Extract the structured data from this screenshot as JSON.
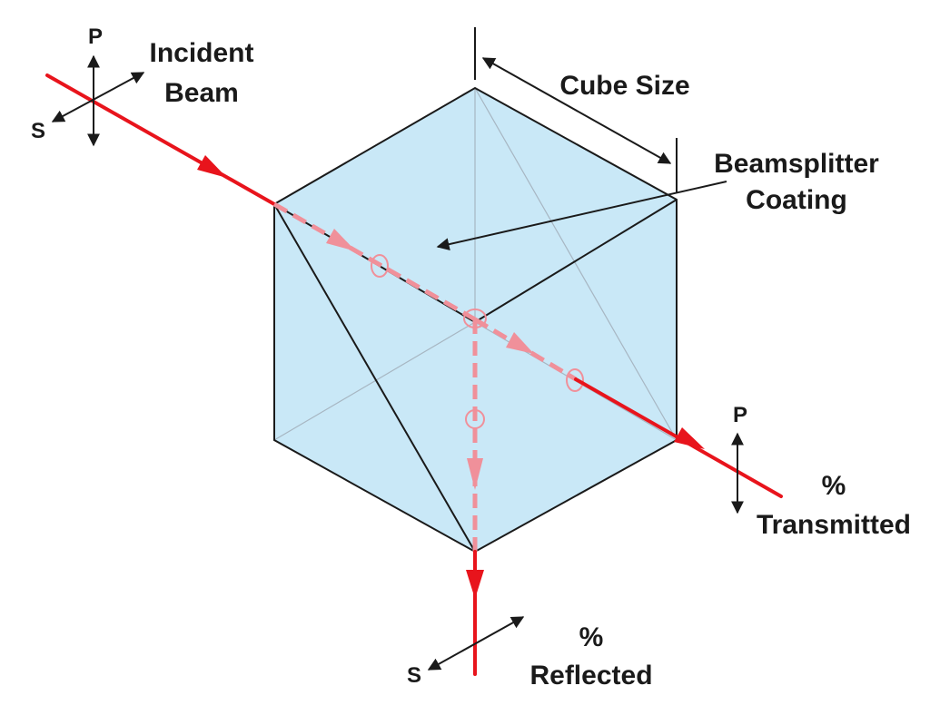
{
  "labels": {
    "incident_line1": "Incident",
    "incident_line2": "Beam",
    "cube_size": "Cube Size",
    "coating_line1": "Beamsplitter",
    "coating_line2": "Coating",
    "transmitted_line1": "%",
    "transmitted_line2": "Transmitted",
    "reflected_line1": "%",
    "reflected_line2": "Reflected",
    "pol_p_incident": "P",
    "pol_s_incident": "S",
    "pol_p_transmitted": "P",
    "pol_s_reflected": "S"
  },
  "colors": {
    "cube_face": "#c9e8f7",
    "beam": "#e8141c",
    "beam_inside": "#f0909a",
    "edges": "#1a1a1a"
  }
}
